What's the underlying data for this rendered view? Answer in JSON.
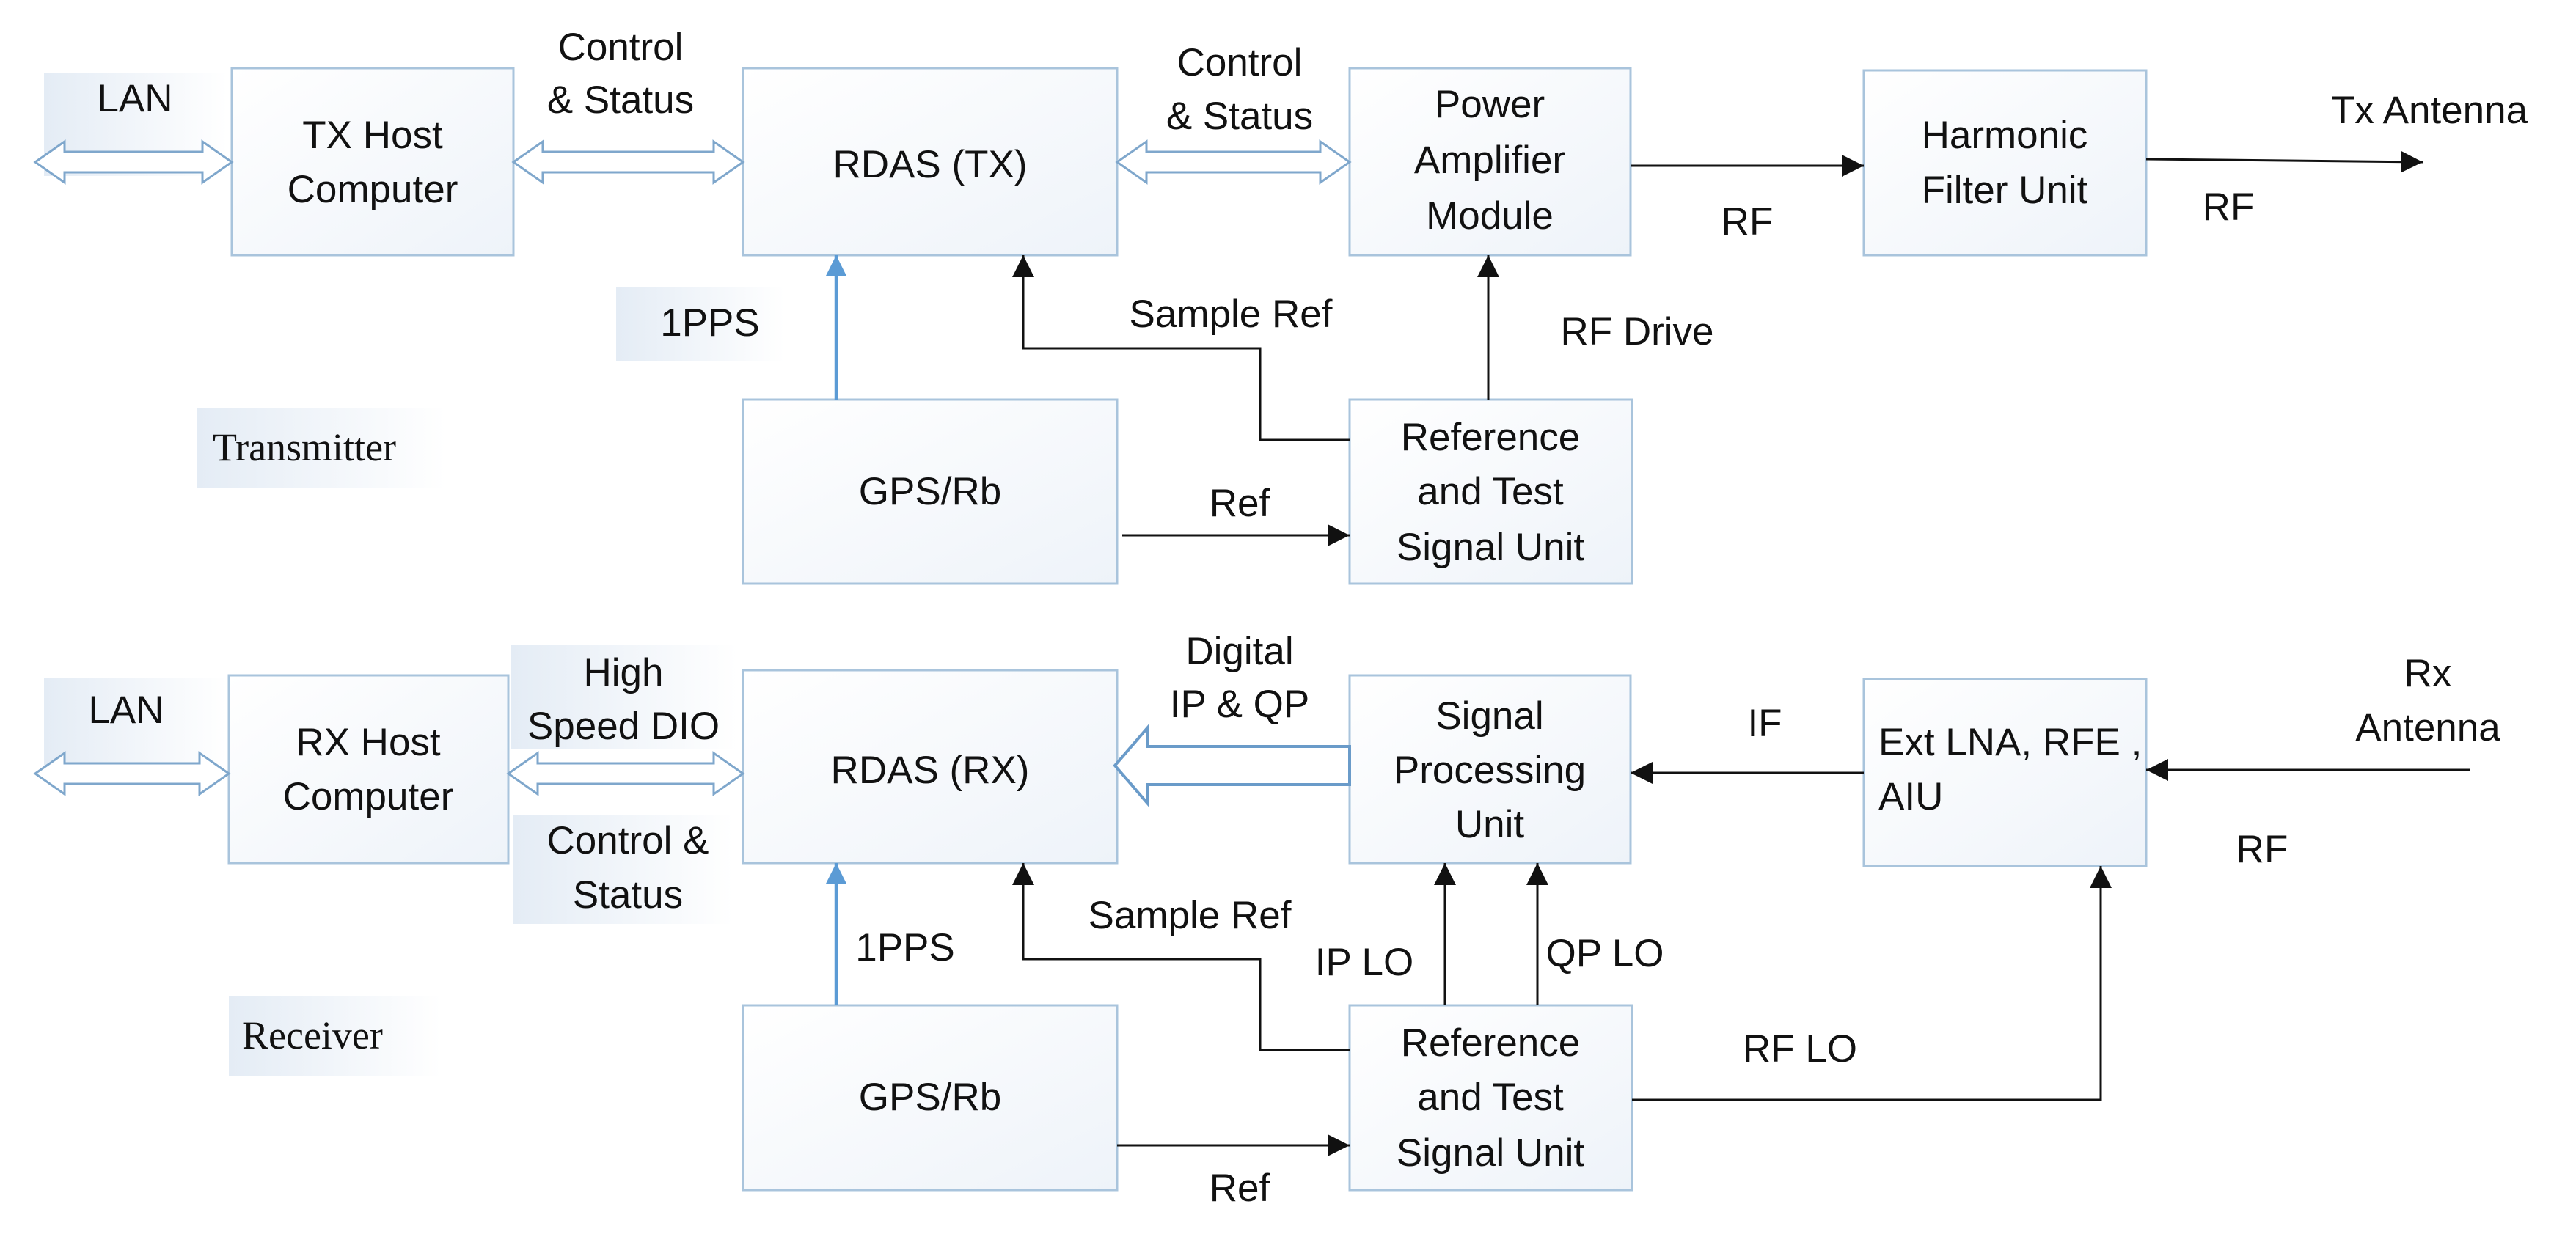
{
  "sections": {
    "transmitter": "Transmitter",
    "receiver": "Receiver"
  },
  "blocks": {
    "tx_host": [
      "TX Host",
      "Computer"
    ],
    "rdas_tx": [
      "RDAS (TX)"
    ],
    "pa_module": [
      "Power",
      "Amplifier",
      "Module"
    ],
    "harmonic_filter": [
      "Harmonic",
      "Filter Unit"
    ],
    "gps_tx": [
      "GPS/Rb"
    ],
    "ref_test_tx": [
      "Reference",
      "and Test",
      "Signal Unit"
    ],
    "rx_host": [
      "RX Host",
      "Computer"
    ],
    "rdas_rx": [
      "RDAS (RX)"
    ],
    "signal_processing": [
      "Signal",
      "Processing",
      "Unit"
    ],
    "ext_lna": [
      "Ext LNA, RFE ,",
      "AIU"
    ],
    "gps_rx": [
      "GPS/Rb"
    ],
    "ref_test_rx": [
      "Reference",
      "and Test",
      "Signal Unit"
    ]
  },
  "labels": {
    "lan_tx": "LAN",
    "ctrl_status_tx1": [
      "Control",
      "& Status"
    ],
    "ctrl_status_tx2": [
      "Control",
      "& Status"
    ],
    "rf_pa_out": "RF",
    "tx_antenna": "Tx Antenna",
    "rf_tx_antenna": "RF",
    "pps_tx": "1PPS",
    "sample_ref_tx": "Sample Ref",
    "rf_drive": "RF Drive",
    "ref_tx": "Ref",
    "lan_rx": "LAN",
    "high_speed_dio": [
      "High",
      "Speed DIO"
    ],
    "ctrl_status_rx": [
      "Control &",
      "Status"
    ],
    "digital_ip_qp": [
      "Digital",
      "IP & QP"
    ],
    "if": "IF",
    "rx_antenna": [
      "Rx",
      "Antenna"
    ],
    "rf_rx": "RF",
    "pps_rx": "1PPS",
    "sample_ref_rx": "Sample Ref",
    "ip_lo": "IP LO",
    "qp_lo": "QP LO",
    "rf_lo": "RF LO",
    "ref_rx": "Ref"
  }
}
